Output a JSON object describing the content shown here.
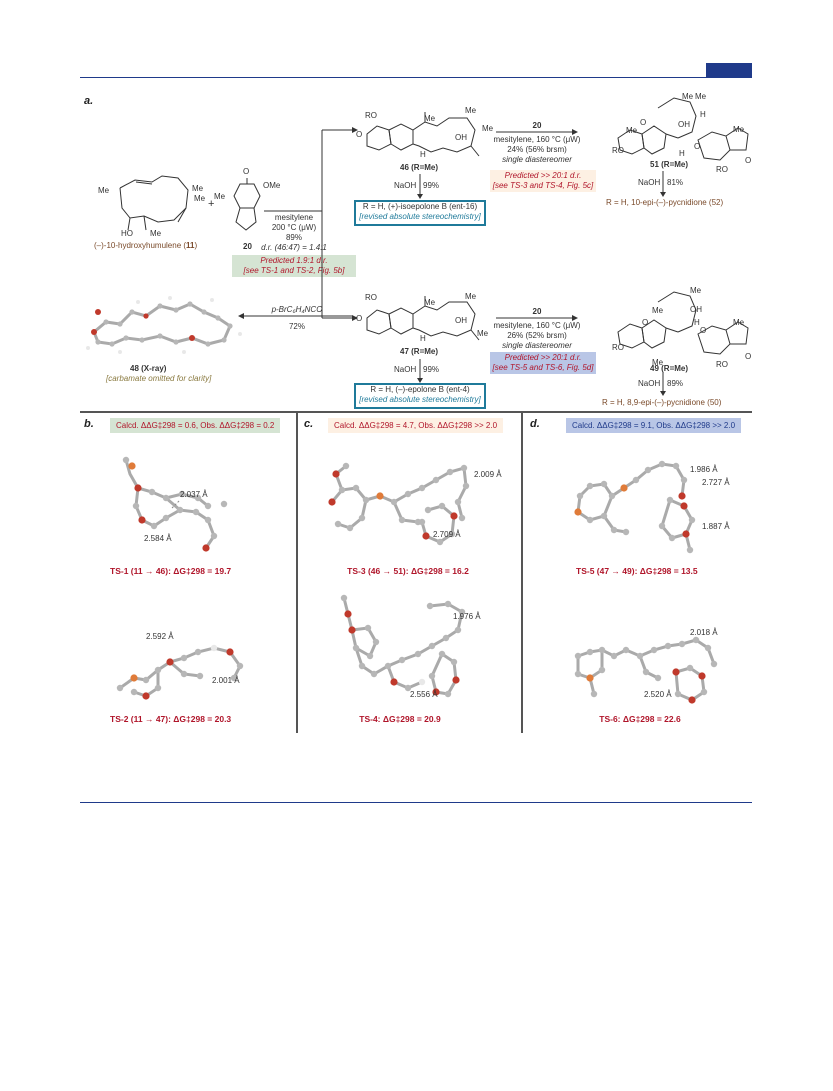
{
  "header": {
    "colors": {
      "accent": "#1f3a8a"
    }
  },
  "panel_a": {
    "label": "a.",
    "start_material": {
      "name": "(–)-10-hydroxyhumulene (",
      "num": "11",
      "close": ")",
      "me1": "Me",
      "me2": "Me",
      "me3": "Me",
      "me4": "Me",
      "ho": "HO"
    },
    "plus": "+",
    "reagent20": {
      "num": "20",
      "ome": "OMe",
      "me": "Me",
      "o": "O"
    },
    "conditions_main": {
      "l1": "mesitylene",
      "l2": "200 °C (μW)",
      "l3": "89%",
      "l4": "d.r. (46:47) = 1.4:1"
    },
    "predicted_main": {
      "l1": "Predicted 1.9:1 d.r.",
      "l2": "[see TS-1 and TS-2, Fig. 5b]"
    },
    "cmpd46": {
      "ro": "RO",
      "me1": "Me",
      "me2": "Me",
      "me3": "Me",
      "oh": "OH",
      "h": "H",
      "o": "O",
      "label": "46 (R=Me)",
      "naoh": "NaOH",
      "yield": "99%"
    },
    "box16": {
      "l1": "R = H, (+)-isoepolone B (ent-16)",
      "l2": "[revised absolute stereochemistry]"
    },
    "cond_46_51": {
      "num": "20",
      "l1": "mesitylene, 160 °C (μW)",
      "l2": "24% (56% brsm)",
      "l3": "single diastereomer"
    },
    "pred_46_51": {
      "l1": "Predicted >> 20:1 d.r.",
      "l2": "[see TS-3 and TS-4, Fig. 5c]"
    },
    "cmpd51": {
      "label": "51 (R=Me)",
      "naoh": "NaOH",
      "yield": "81%",
      "product": "R = H, 10-epi-(–)-pycnidione (52)",
      "ro1": "RO",
      "ro2": "RO",
      "me1": "Me",
      "me2": "Me",
      "me3": "Me",
      "me4": "Me",
      "oh": "OH",
      "h1": "H",
      "h2": "H",
      "o1": "O",
      "o2": "O",
      "o3": "O"
    },
    "cmpd47": {
      "ro": "RO",
      "me1": "Me",
      "me2": "Me",
      "me3": "Me",
      "oh": "OH",
      "h": "H",
      "o": "O",
      "label": "47 (R=Me)",
      "naoh": "NaOH",
      "yield": "99%"
    },
    "box4": {
      "l1": "R = H, (–)-epolone B (ent-4)",
      "l2": "[revised absolute stereochemistry]"
    },
    "carbamate": {
      "l1": "p-BrC₆H₄NCO",
      "l2": "72%"
    },
    "cmpd48": {
      "label": "48 (X-ray)",
      "note": "[carbamate omitted for clarity]"
    },
    "cond_47_49": {
      "num": "20",
      "l1": "mesitylene, 160 °C (μW)",
      "l2": "26% (52% brsm)",
      "l3": "single diastereomer"
    },
    "pred_47_49": {
      "l1": "Predicted >> 20:1 d.r.",
      "l2": "[see TS-5 and TS-6, Fig. 5d]"
    },
    "cmpd49": {
      "label": "49 (R=Me)",
      "naoh": "NaOH",
      "yield": "89%",
      "product": "R = H, 8,9-epi-(–)-pycnidione (50)",
      "ro1": "RO",
      "ro2": "RO",
      "me1": "Me",
      "me2": "Me",
      "me3": "Me",
      "me4": "Me",
      "oh": "OH",
      "h": "H",
      "o1": "O",
      "o2": "O",
      "o3": "O"
    }
  },
  "panel_b": {
    "label": "b.",
    "header": "Calcd. ΔΔG‡298 = 0.6, Obs. ΔΔG‡298 = 0.2",
    "ts1": {
      "d1": "2.037 Å",
      "d2": "2.584 Å",
      "label": "TS-1 (11 → 46): ΔG‡298 = 19.7"
    },
    "ts2": {
      "d1": "2.592 Å",
      "d2": "2.001 Å",
      "label": "TS-2 (11 → 47): ΔG‡298 = 20.3"
    },
    "color": "#d5e4d3"
  },
  "panel_c": {
    "label": "c.",
    "header": "Calcd. ΔΔG‡298 = 4.7, Obs. ΔΔG‡298 >> 2.0",
    "ts3": {
      "d1": "2.009 Å",
      "d2": "2.709 Å",
      "label": "TS-3 (46 → 51): ΔG‡298 = 16.2"
    },
    "ts4": {
      "d1": "1.976 Å",
      "d2": "2.556 Å",
      "label": "TS-4: ΔG‡298 = 20.9"
    },
    "color": "#fdf0e3"
  },
  "panel_d": {
    "label": "d.",
    "header": "Calcd. ΔΔG‡298 = 9.1, Obs. ΔΔG‡298 >> 2.0",
    "ts5": {
      "d1": "1.986 Å",
      "d2": "2.727 Å",
      "d3": "1.887 Å",
      "label": "TS-5 (47 → 49): ΔG‡298 = 13.5"
    },
    "ts6": {
      "d1": "2.018 Å",
      "d2": "2.520 Å",
      "label": "TS-6: ΔG‡298 = 22.6"
    },
    "color": "#b9c6e6"
  }
}
